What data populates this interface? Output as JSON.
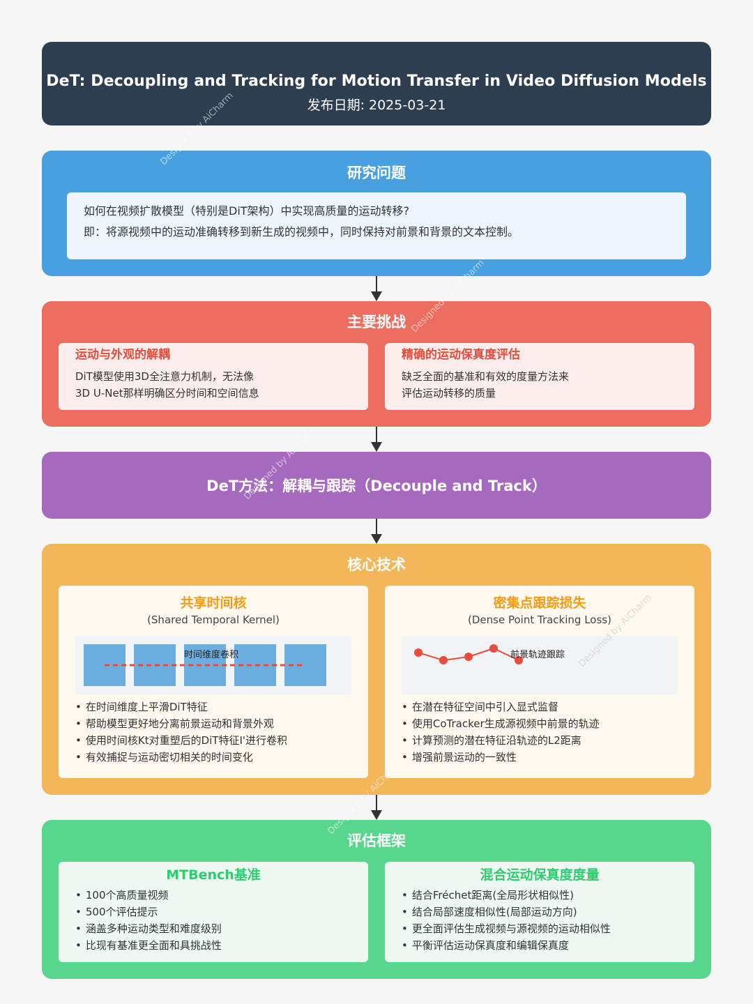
{
  "header": {
    "title": "DeT: Decoupling and Tracking for Motion Transfer in Video Diffusion Models",
    "date": "发布日期: 2025-03-21"
  },
  "research": {
    "title": "研究问题",
    "lines": [
      "如何在视频扩散模型（特别是DiT架构）中实现高质量的运动转移?",
      "即：将源视频中的运动准确转移到新生成的视频中，同时保持对前景和背景的文本控制。"
    ]
  },
  "challenges": {
    "title": "主要挑战",
    "cards": [
      {
        "heading": "运动与外观的解耦",
        "lines": [
          "DiT模型使用3D全注意力机制，无法像",
          "3D U-Net那样明确区分时间和空间信息"
        ]
      },
      {
        "heading": "精确的运动保真度评估",
        "lines": [
          "缺乏全面的基准和有效的度量方法来",
          "评估运动转移的质量"
        ]
      }
    ]
  },
  "method": {
    "title": "DeT方法：解耦与跟踪（Decouple and Track）"
  },
  "core": {
    "title": "核心技术",
    "kernel": {
      "heading": "共享时间核",
      "subtitle": "(Shared Temporal Kernel)",
      "vis_label": "时间维度卷积",
      "bullets": [
        "在时间维度上平滑DiT特征",
        "帮助模型更好地分离前景运动和背景外观",
        "使用时间核Kt对重塑后的DiT特征I'进行卷积",
        "有效捕捉与运动密切相关的时间变化"
      ]
    },
    "tracking": {
      "heading": "密集点跟踪损失",
      "subtitle": "(Dense Point Tracking Loss)",
      "vis_label": "前景轨迹跟踪",
      "bullets": [
        "在潜在特征空间中引入显式监督",
        "使用CoTracker生成源视频中前景的轨迹",
        "计算预测的潜在特征沿轨迹的L2距离",
        "增强前景运动的一致性"
      ]
    }
  },
  "evaluation": {
    "title": "评估框架",
    "bench": {
      "heading": "MTBench基准",
      "bullets": [
        "100个高质量视频",
        "500个评估提示",
        "涵盖多种运动类型和难度级别",
        "比现有基准更全面和具挑战性"
      ]
    },
    "metric": {
      "heading": "混合运动保真度度量",
      "bullets": [
        "结合Fréchet距离(全局形状相似性)",
        "结合局部速度相似性(局部运动方向)",
        "更全面评估生成视频与源视频的运动相似性",
        "平衡评估运动保真度和编辑保真度"
      ]
    }
  },
  "watermark": "Designed by AiCharm",
  "colors": {
    "header": "#2d3e50",
    "research": "#48a1de",
    "challenges": "#ec6e60",
    "method": "#a569bd",
    "core": "#f3b75a",
    "evaluation": "#58d68d",
    "trajectory": "#e74c3c"
  }
}
